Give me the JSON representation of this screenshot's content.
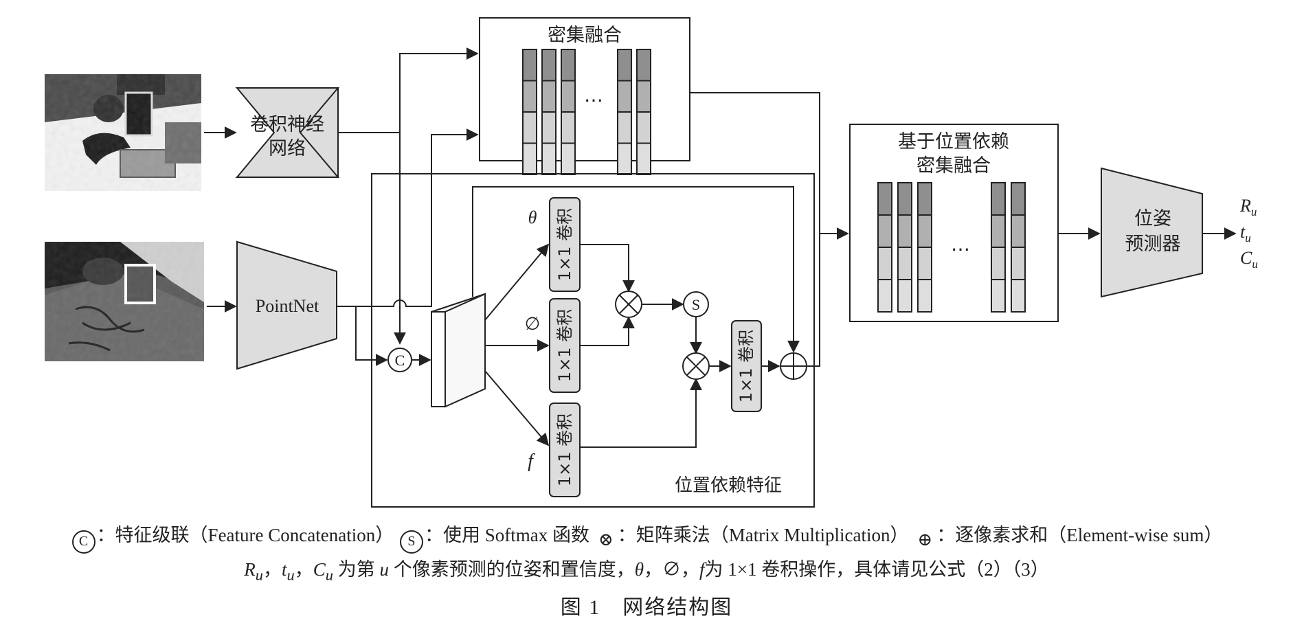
{
  "labels": {
    "dense_fusion": "密集融合",
    "cnn_line1": "卷积神经",
    "cnn_line2": "网络",
    "pointnet": "PointNet",
    "pos_fusion_line1": "基于位置依赖",
    "pos_fusion_line2": "密集融合",
    "predictor_line1": "位姿",
    "predictor_line2": "预测器",
    "conv": "1×1 卷积",
    "theta": "θ",
    "phi": "∅",
    "f": "f",
    "concat_symbol": "C",
    "softmax_symbol": "S",
    "pos_feature": "位置依赖特征",
    "ellipsis": "…",
    "out_R": "R",
    "out_t": "t",
    "out_C": "C",
    "out_sub": "u"
  },
  "legend": {
    "concat_sym": "C",
    "concat_text": "：特征级联（Feature Concatenation）",
    "softmax_sym": "S",
    "softmax_text": "：使用 Softmax 函数",
    "mult_sym": "⊗",
    "mult_text": "：矩阵乘法（Matrix Multiplication）",
    "sum_sym": "⊕",
    "sum_text": "：逐像素求和（Element-wise sum）"
  },
  "note": {
    "R": "R",
    "t": "t",
    "C": "C",
    "u": "u",
    "sep": "，",
    "text1": "为第",
    "text2": "个像素预测的位姿和置信度，",
    "theta": "θ",
    "phi": "∅",
    "f": "f",
    "text3": "为 1×1 卷积操作，具体请见公式（2）（3）"
  },
  "caption": "图 1　网络结构图",
  "colors": {
    "dark": "#8f8f8f",
    "mid": "#b0b0b0",
    "light": "#d2d2d2",
    "lighter": "#dedede",
    "box_fill": "#dddddd",
    "stroke": "#222222"
  }
}
